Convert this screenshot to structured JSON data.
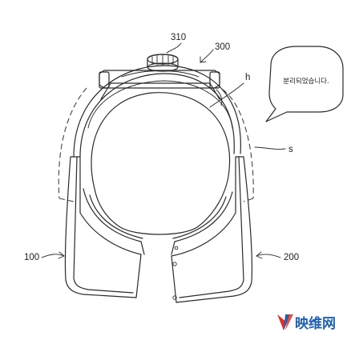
{
  "figure": {
    "labels": {
      "dial": "310",
      "strap_assembly": "300",
      "head": "h",
      "gap": "s",
      "left_unit": "100",
      "right_unit": "200"
    },
    "speech_bubble": "분리되었습니다.",
    "watermark": {
      "logo_mark": "V",
      "text": "映维网",
      "colors": {
        "logo_red": "#e0302a",
        "logo_blue": "#1f5fb0",
        "text": "#1f5fb0"
      }
    }
  }
}
